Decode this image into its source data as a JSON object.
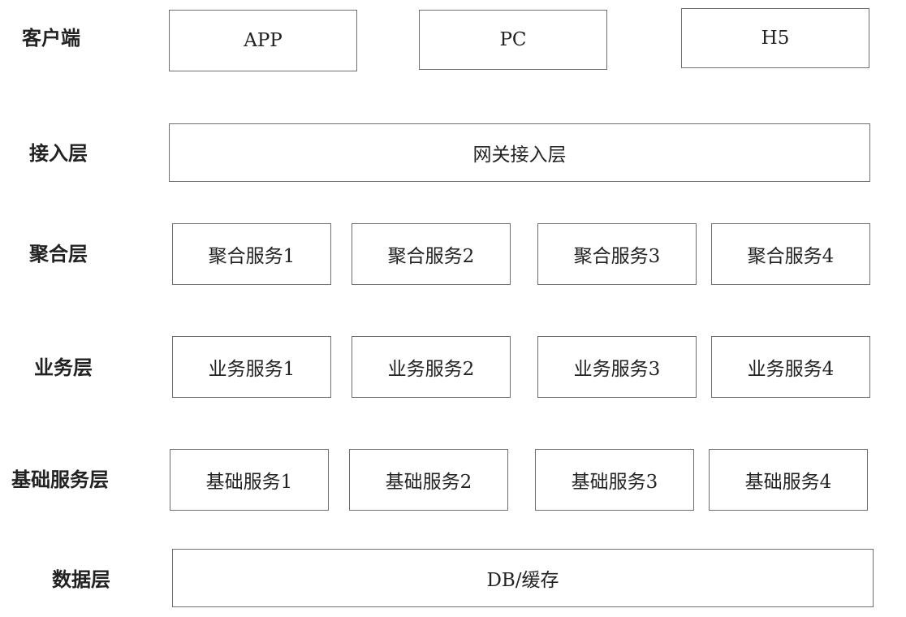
{
  "layers": {
    "client": {
      "label": "客户端",
      "boxes": [
        "APP",
        "PC",
        "H5"
      ]
    },
    "access": {
      "label": "接入层",
      "boxes": [
        "网关接入层"
      ]
    },
    "aggregation": {
      "label": "聚合层",
      "boxes": [
        "聚合服务1",
        "聚合服务2",
        "聚合服务3",
        "聚合服务4"
      ]
    },
    "business": {
      "label": "业务层",
      "boxes": [
        "业务服务1",
        "业务服务2",
        "业务服务3",
        "业务服务4"
      ]
    },
    "basic": {
      "label": "基础服务层",
      "boxes": [
        "基础服务1",
        "基础服务2",
        "基础服务3",
        "基础服务4"
      ]
    },
    "data": {
      "label": "数据层",
      "boxes": [
        "DB/缓存"
      ]
    }
  }
}
